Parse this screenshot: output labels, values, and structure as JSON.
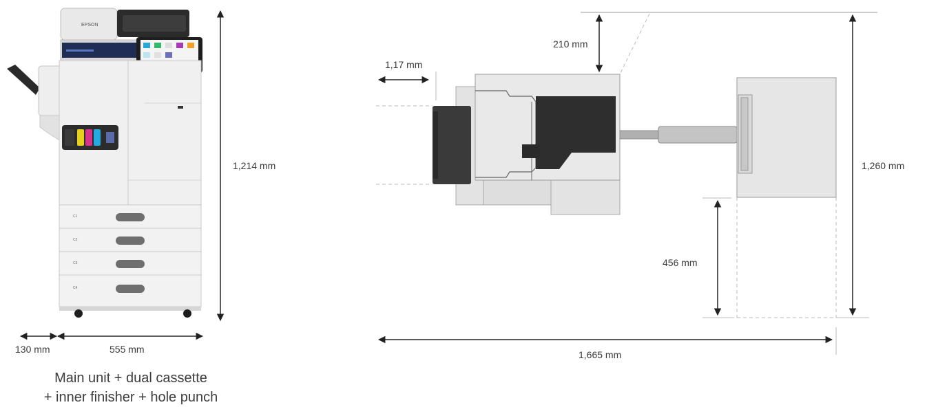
{
  "printer": {
    "brand": "EPSON",
    "tray_labels": [
      "C1",
      "C2",
      "C3",
      "C4"
    ]
  },
  "dimensions": {
    "height_front": "1,214 mm",
    "finisher_width": "130 mm",
    "main_width": "555 mm",
    "top_clearance": "210 mm",
    "left_protrusion": "1,17 mm",
    "total_depth": "1,260 mm",
    "cassette_depth": "456 mm",
    "total_width": "1,665 mm"
  },
  "caption": {
    "line1": "Main unit + dual cassette",
    "line2": "+ inner finisher + hole punch"
  }
}
